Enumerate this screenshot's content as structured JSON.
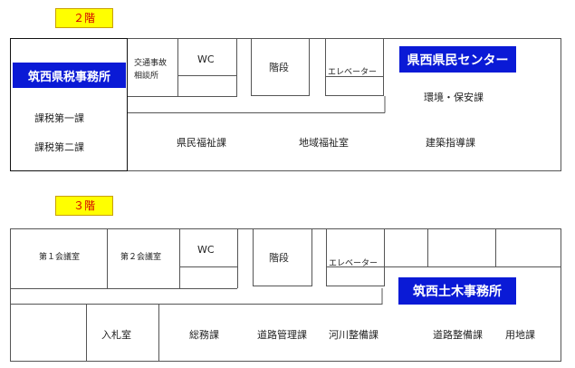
{
  "floor2": {
    "label": "２階",
    "rooms": {
      "tax_office": "筑西県税事務所",
      "tax_section1": "課税第一課",
      "tax_section2": "課税第二課",
      "traffic_accident_line1": "交通事故",
      "traffic_accident_line2": "相談所",
      "wc": "WC",
      "stairs": "階段",
      "elevator": "エレベーター",
      "center": "県西県民センター",
      "environment": "環境・保安課",
      "welfare": "県民福祉課",
      "regional_welfare": "地域福祉室",
      "construction_guidance": "建築指導課"
    }
  },
  "floor3": {
    "label": "３階",
    "rooms": {
      "meeting1": "第１会議室",
      "meeting2": "第２会議室",
      "wc": "WC",
      "stairs": "階段",
      "elevator": "エレベーター",
      "civil_office": "筑西土木事務所",
      "bidding": "入札室",
      "general_affairs": "総務課",
      "road_management": "道路管理課",
      "river_maintenance": "河川整備課",
      "road_maintenance": "道路整備課",
      "land": "用地課"
    }
  },
  "colors": {
    "office_blue": "#0a1ad6",
    "badge_yellow": "#ffff00",
    "badge_text": "#d40000"
  }
}
